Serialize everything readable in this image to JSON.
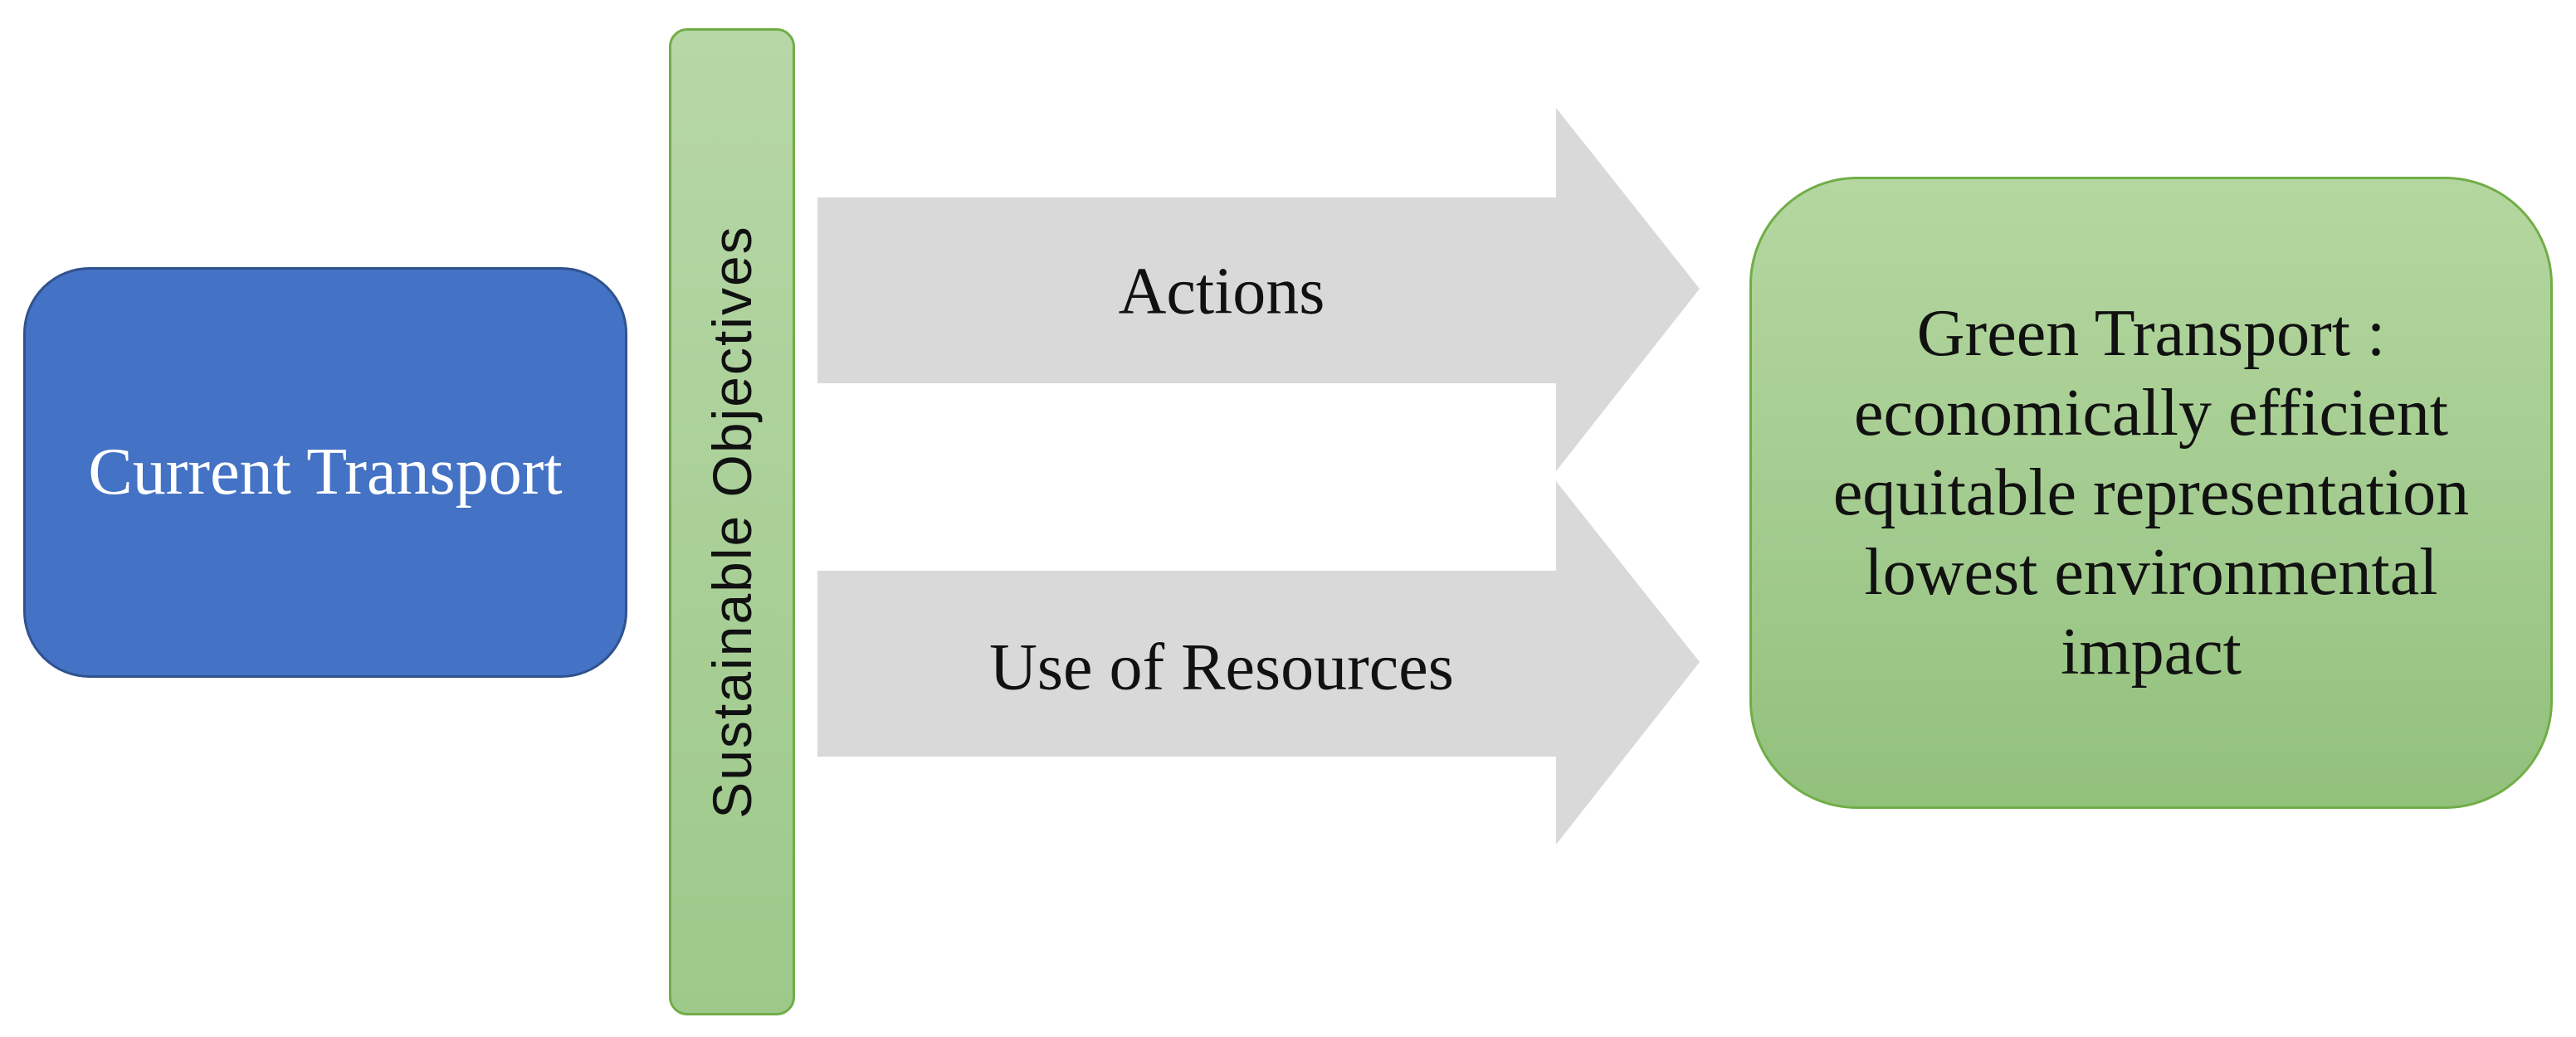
{
  "source_box": {
    "label": "Current Transport"
  },
  "objectives_bar": {
    "label": "Sustainable Objectives"
  },
  "arrows": [
    {
      "label": "Actions"
    },
    {
      "label": "Use of Resources"
    }
  ],
  "target_box": {
    "lines": [
      "Green Transport :",
      "economically efficient",
      "equitable representation",
      "lowest environmental",
      "impact"
    ]
  },
  "colors": {
    "source_fill": "#4472c4",
    "objectives_fill": "#a9d08e",
    "arrow_fill": "#d9d9d9",
    "target_fill": "#a9d08e",
    "green_border": "#71ad47"
  }
}
